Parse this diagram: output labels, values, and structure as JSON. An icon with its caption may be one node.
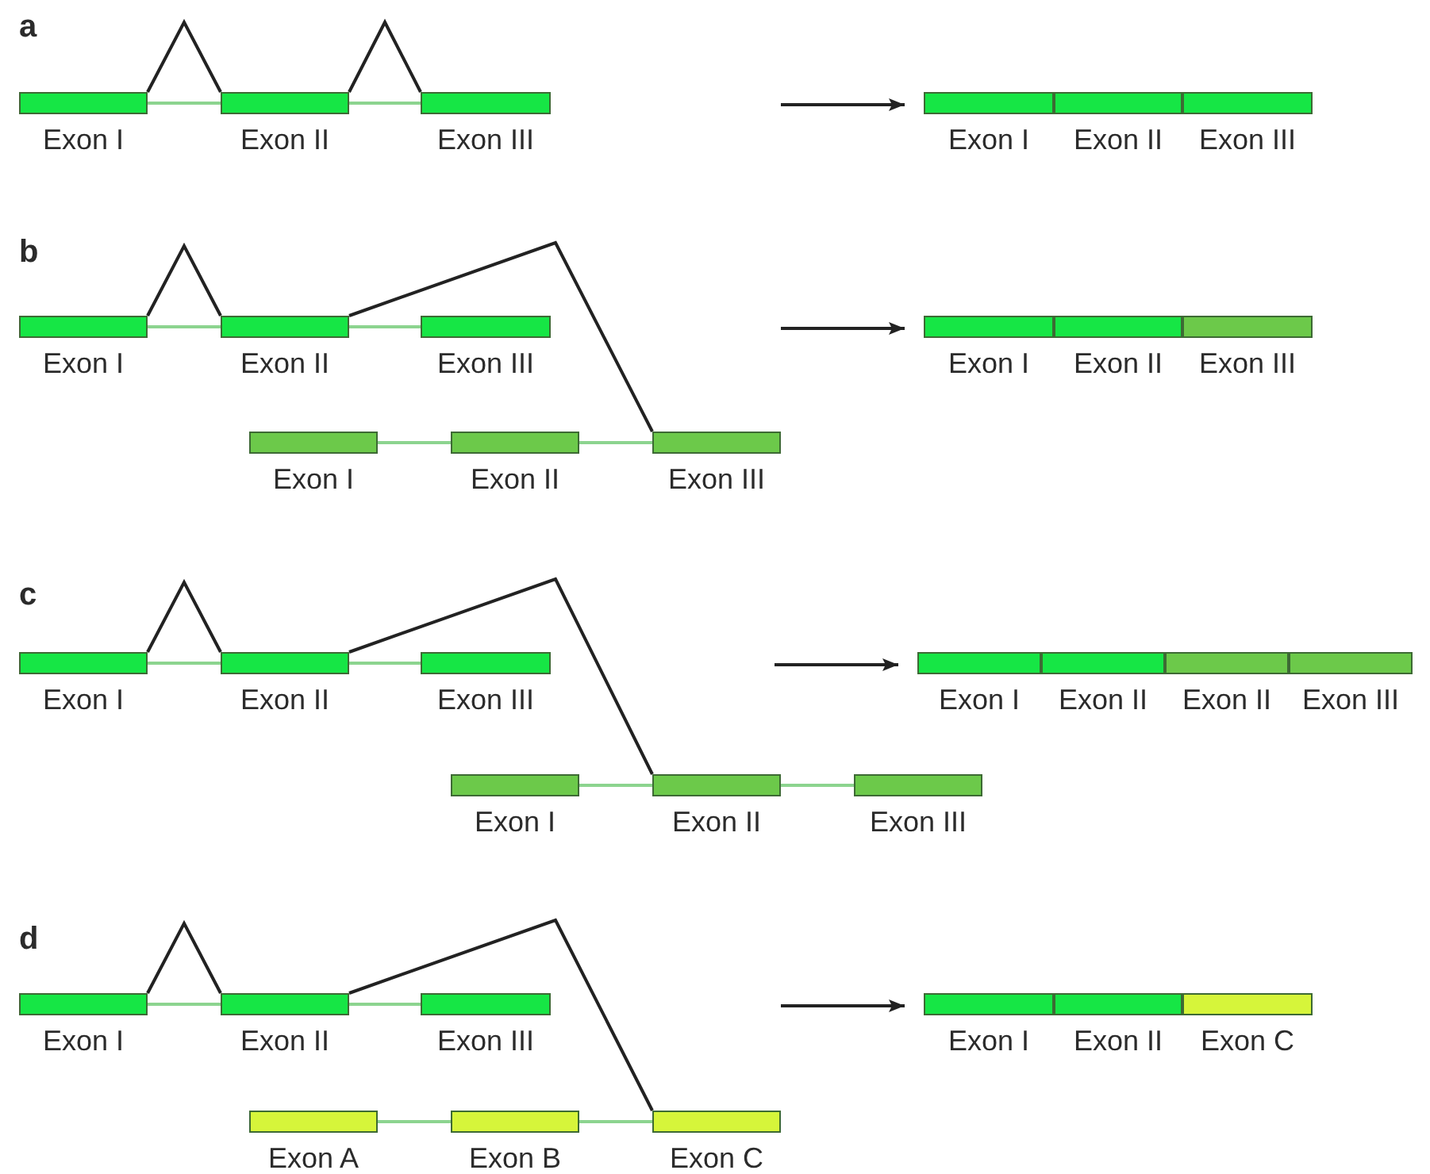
{
  "diagram": {
    "nodes": [
      {
        "text": [
          "Exon I"
        ]
      },
      {
        "text": [
          "Exon II"
        ]
      },
      {
        "text": [
          "Exon III"
        ]
      },
      {
        "text": [
          "Exon I"
        ]
      },
      {
        "text": [
          "Exon II"
        ]
      },
      {
        "text": [
          "Exon III"
        ]
      },
      {
        "text": [
          "Exon I"
        ]
      },
      {
        "text": [
          "Exon II"
        ]
      },
      {
        "text": [
          "Exon III"
        ]
      },
      {
        "text": [
          "Exon I"
        ]
      },
      {
        "text": [
          "Exon II"
        ]
      },
      {
        "text": [
          "Exon III"
        ]
      },
      {
        "text": [
          "Exon I"
        ]
      },
      {
        "text": [
          "Exon II"
        ]
      },
      {
        "text": [
          "Exon III"
        ]
      },
      {
        "text": [
          "Exon I"
        ]
      },
      {
        "text": [
          "Exon II"
        ]
      },
      {
        "text": [
          "Exon III"
        ]
      },
      {
        "text": [
          "Exon I"
        ]
      },
      {
        "text": [
          "Exon II"
        ]
      },
      {
        "text": [
          "Exon II"
        ]
      },
      {
        "text": [
          "Exon III"
        ]
      },
      {
        "text": [
          "Exon I"
        ]
      },
      {
        "text": [
          "Exon II"
        ]
      },
      {
        "text": [
          "Exon III"
        ]
      },
      {
        "text": [
          "Exon I"
        ]
      },
      {
        "text": [
          "Exon II"
        ]
      },
      {
        "text": [
          "Exon III"
        ]
      },
      {
        "text": [
          "Exon I"
        ]
      },
      {
        "text": [
          "Exon II"
        ]
      },
      {
        "text": [
          "Exon C"
        ]
      },
      {
        "text": [
          "Exon A"
        ]
      },
      {
        "text": [
          "Exon B"
        ]
      },
      {
        "text": [
          "Exon C"
        ]
      }
    ],
    "edges": [
      {
        "from": 0,
        "to": 1,
        "arrow": "none"
      },
      {
        "from": 1,
        "to": 2,
        "arrow": "none"
      },
      {
        "from": 0,
        "to": 1,
        "arrow": "none",
        "color": "#222222"
      },
      {
        "from": 1,
        "to": 2,
        "arrow": "none",
        "color": "#222222"
      },
      {
        "from": null,
        "to": 3,
        "arrow": "to",
        "color": "#222222"
      },
      {
        "from": 6,
        "to": 7,
        "arrow": "none"
      },
      {
        "from": 7,
        "to": 8,
        "arrow": "none"
      },
      {
        "from": 6,
        "to": 7,
        "arrow": "none",
        "color": "#222222"
      },
      {
        "from": 7,
        "to": 14,
        "arrow": "none",
        "color": "#222222"
      },
      {
        "from": null,
        "to": 9,
        "arrow": "to",
        "color": "#222222"
      },
      {
        "from": 12,
        "to": 13,
        "arrow": "none"
      },
      {
        "from": 13,
        "to": 14,
        "arrow": "none"
      },
      {
        "from": 15,
        "to": 16,
        "arrow": "none"
      },
      {
        "from": 16,
        "to": 17,
        "arrow": "none"
      },
      {
        "from": 15,
        "to": 16,
        "arrow": "none",
        "color": "#222222"
      },
      {
        "from": 16,
        "to": 23,
        "arrow": "none",
        "color": "#222222"
      },
      {
        "from": null,
        "to": 18,
        "arrow": "to",
        "color": "#222222"
      },
      {
        "from": 22,
        "to": 23,
        "arrow": "none"
      },
      {
        "from": 23,
        "to": 24,
        "arrow": "none"
      },
      {
        "from": 25,
        "to": 26,
        "arrow": "none"
      },
      {
        "from": 26,
        "to": 27,
        "arrow": "none"
      },
      {
        "from": 25,
        "to": 26,
        "arrow": "none",
        "color": "#222222"
      },
      {
        "from": 26,
        "to": 33,
        "arrow": "none",
        "color": "#222222"
      },
      {
        "from": null,
        "to": 28,
        "arrow": "to",
        "color": "#222222"
      },
      {
        "from": 31,
        "to": 32,
        "arrow": "none"
      },
      {
        "from": 32,
        "to": 33,
        "arrow": "none"
      }
    ],
    "labels": [
      "a",
      "b",
      "c",
      "d"
    ]
  }
}
